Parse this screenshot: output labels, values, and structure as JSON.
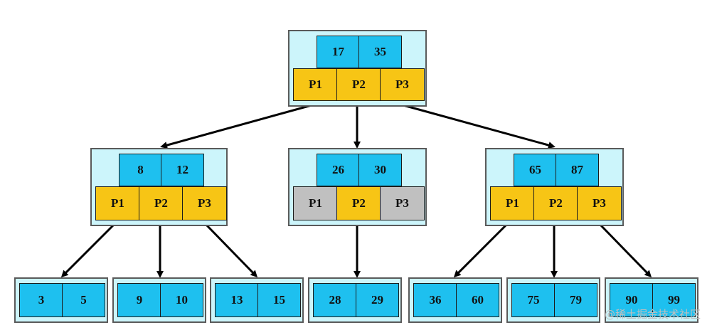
{
  "colors": {
    "key_cell": "#1ec0ef",
    "pointer_cell": "#f7c515",
    "null_pointer_cell": "#c0c0c0",
    "node_background": "#ccf5fb"
  },
  "root": {
    "keys": [
      "17",
      "35"
    ],
    "pointers": [
      {
        "label": "P1",
        "null": false
      },
      {
        "label": "P2",
        "null": false
      },
      {
        "label": "P3",
        "null": false
      }
    ]
  },
  "internal": [
    {
      "keys": [
        "8",
        "12"
      ],
      "pointers": [
        {
          "label": "P1",
          "null": false
        },
        {
          "label": "P2",
          "null": false
        },
        {
          "label": "P3",
          "null": false
        }
      ]
    },
    {
      "keys": [
        "26",
        "30"
      ],
      "pointers": [
        {
          "label": "P1",
          "null": true
        },
        {
          "label": "P2",
          "null": false
        },
        {
          "label": "P3",
          "null": true
        }
      ]
    },
    {
      "keys": [
        "65",
        "87"
      ],
      "pointers": [
        {
          "label": "P1",
          "null": false
        },
        {
          "label": "P2",
          "null": false
        },
        {
          "label": "P3",
          "null": false
        }
      ]
    }
  ],
  "leaves": [
    {
      "keys": [
        "3",
        "5"
      ]
    },
    {
      "keys": [
        "9",
        "10"
      ]
    },
    {
      "keys": [
        "13",
        "15"
      ]
    },
    {
      "keys": [
        "28",
        "29"
      ]
    },
    {
      "keys": [
        "36",
        "60"
      ]
    },
    {
      "keys": [
        "75",
        "79"
      ]
    },
    {
      "keys": [
        "90",
        "99"
      ]
    }
  ],
  "watermark": "@稀土掘金技术社区"
}
